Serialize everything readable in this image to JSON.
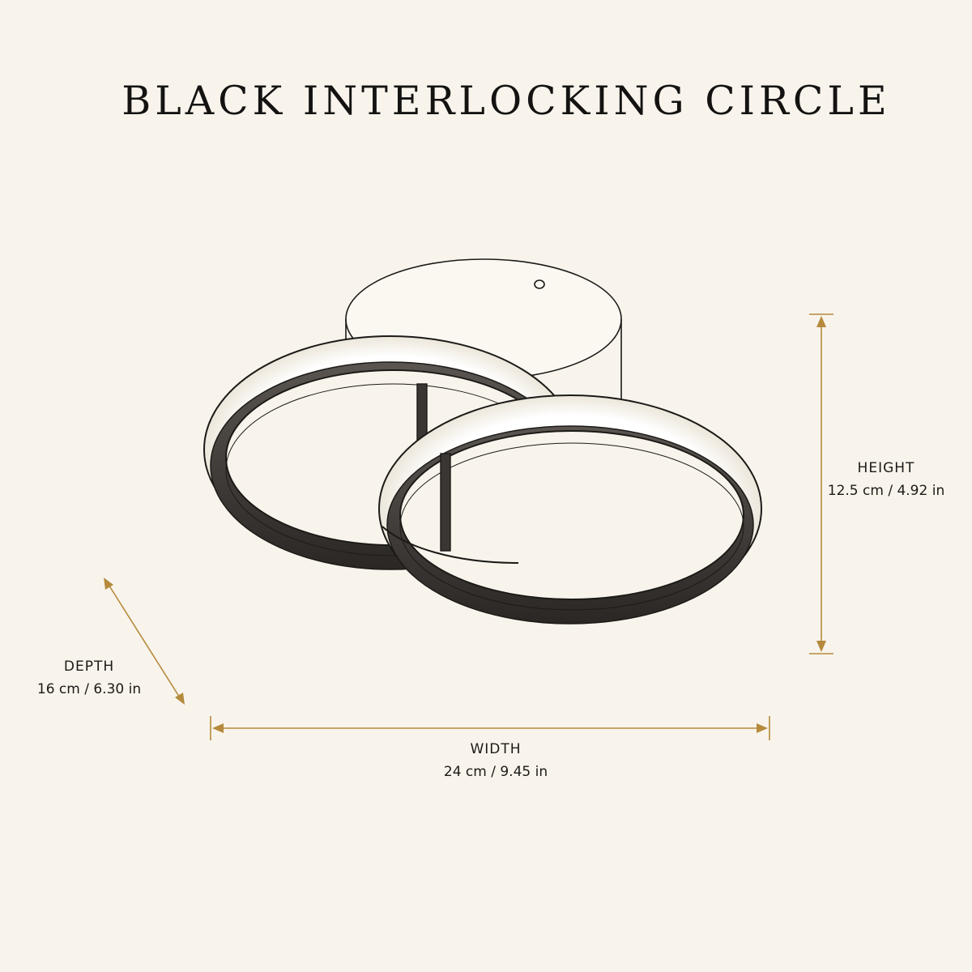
{
  "title": "BLACK INTERLOCKING CIRCLE",
  "dimensions": {
    "height": {
      "name": "HEIGHT",
      "value": "12.5 cm / 4.92 in"
    },
    "depth": {
      "name": "DEPTH",
      "value": "16 cm / 6.30 in"
    },
    "width": {
      "name": "WIDTH",
      "value": "24 cm / 9.45 in"
    }
  },
  "colors": {
    "background": "#f8f4ec",
    "accent": "#b58a3c",
    "ring_dark": "#2f2c29",
    "line": "#1c1a17"
  },
  "icons": [
    "arrow-height-icon",
    "arrow-width-icon",
    "arrow-depth-icon",
    "ceiling-light-illustration"
  ]
}
